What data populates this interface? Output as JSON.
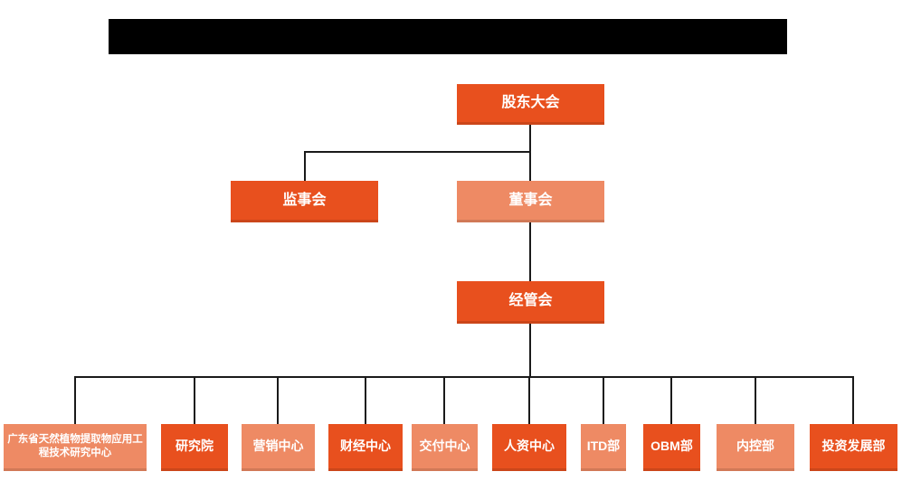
{
  "chart": {
    "type": "org-chart",
    "root": {
      "label": "股东大会"
    },
    "level2": {
      "supervisory_board": {
        "label": "监事会"
      },
      "board_of_directors": {
        "label": "董事会"
      }
    },
    "level3": {
      "management_committee": {
        "label": "经管会"
      }
    },
    "departments": [
      {
        "label": "广东省天然植物提取物应用工程技术研究中心",
        "variant": "light"
      },
      {
        "label": "研究院",
        "variant": "dark"
      },
      {
        "label": "营销中心",
        "variant": "light"
      },
      {
        "label": "财经中心",
        "variant": "dark"
      },
      {
        "label": "交付中心",
        "variant": "light"
      },
      {
        "label": "人资中心",
        "variant": "dark"
      },
      {
        "label": "ITD部",
        "variant": "light"
      },
      {
        "label": "OBM部",
        "variant": "dark"
      },
      {
        "label": "内控部",
        "variant": "light"
      },
      {
        "label": "投资发展部",
        "variant": "dark"
      }
    ]
  },
  "colors": {
    "dark_orange": "#E8501E",
    "light_orange": "#EE8A64",
    "connector_line": "#1a1a1a",
    "node_text": "#ffffff",
    "redaction": "#000000",
    "background": "#ffffff"
  }
}
